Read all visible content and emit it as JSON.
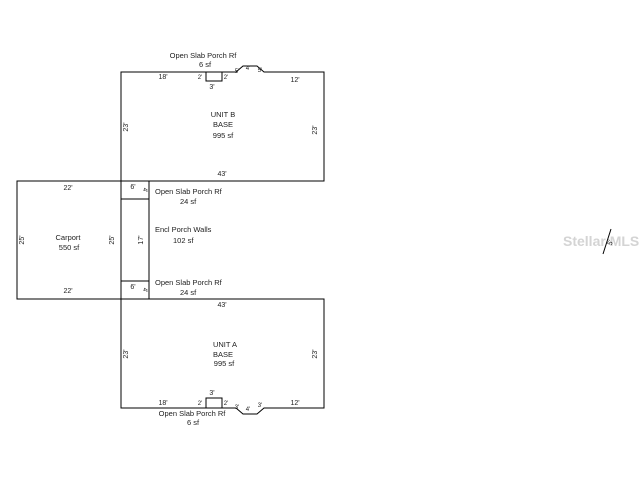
{
  "colors": {
    "line": "#000000",
    "text": "#222222",
    "watermark": "#d4d4d4",
    "background": "#ffffff"
  },
  "unit_b": {
    "porch_label": "Open Slab Porch Rf",
    "porch_area": "6 sf",
    "name": "UNIT B",
    "type": "BASE",
    "area": "995 sf",
    "dims": {
      "top_left": "18'",
      "porch_left": "2'",
      "porch_bottom": "3'",
      "porch_right": "2'",
      "bay_1": "5'",
      "bay_2": "4'",
      "bay_3": "5'",
      "top_right": "12'",
      "left": "23'",
      "right": "23'",
      "bottom": "43'"
    }
  },
  "carport": {
    "name": "Carport",
    "area": "550 sf",
    "dims": {
      "top": "22'",
      "bottom": "22'",
      "left": "25'",
      "right": "25'"
    }
  },
  "porch_top": {
    "label": "Open Slab Porch Rf",
    "area": "24 sf",
    "width": "6'",
    "depth": "4'"
  },
  "encl_porch": {
    "label": "Encl Porch Walls",
    "area": "102 sf",
    "length": "17'"
  },
  "porch_bottom": {
    "label": "Open Slab Porch Rf",
    "area": "24 sf",
    "width": "6'",
    "depth": "4'"
  },
  "unit_a": {
    "name": "UNIT A",
    "type": "BASE",
    "area": "995 sf",
    "porch_label": "Open Slab Porch Rf",
    "porch_area": "6 sf",
    "dims": {
      "top": "43'",
      "left": "23'",
      "right": "23'",
      "bottom_left": "18'",
      "porch_top": "3'",
      "porch_left": "2'",
      "porch_right": "2'",
      "bay_1": "3'",
      "bay_2": "4'",
      "bay_3": "3'",
      "bottom_right": "12'"
    }
  },
  "watermark": {
    "text": "Stellar MLS"
  },
  "scale_marker": {
    "text": "5'"
  }
}
